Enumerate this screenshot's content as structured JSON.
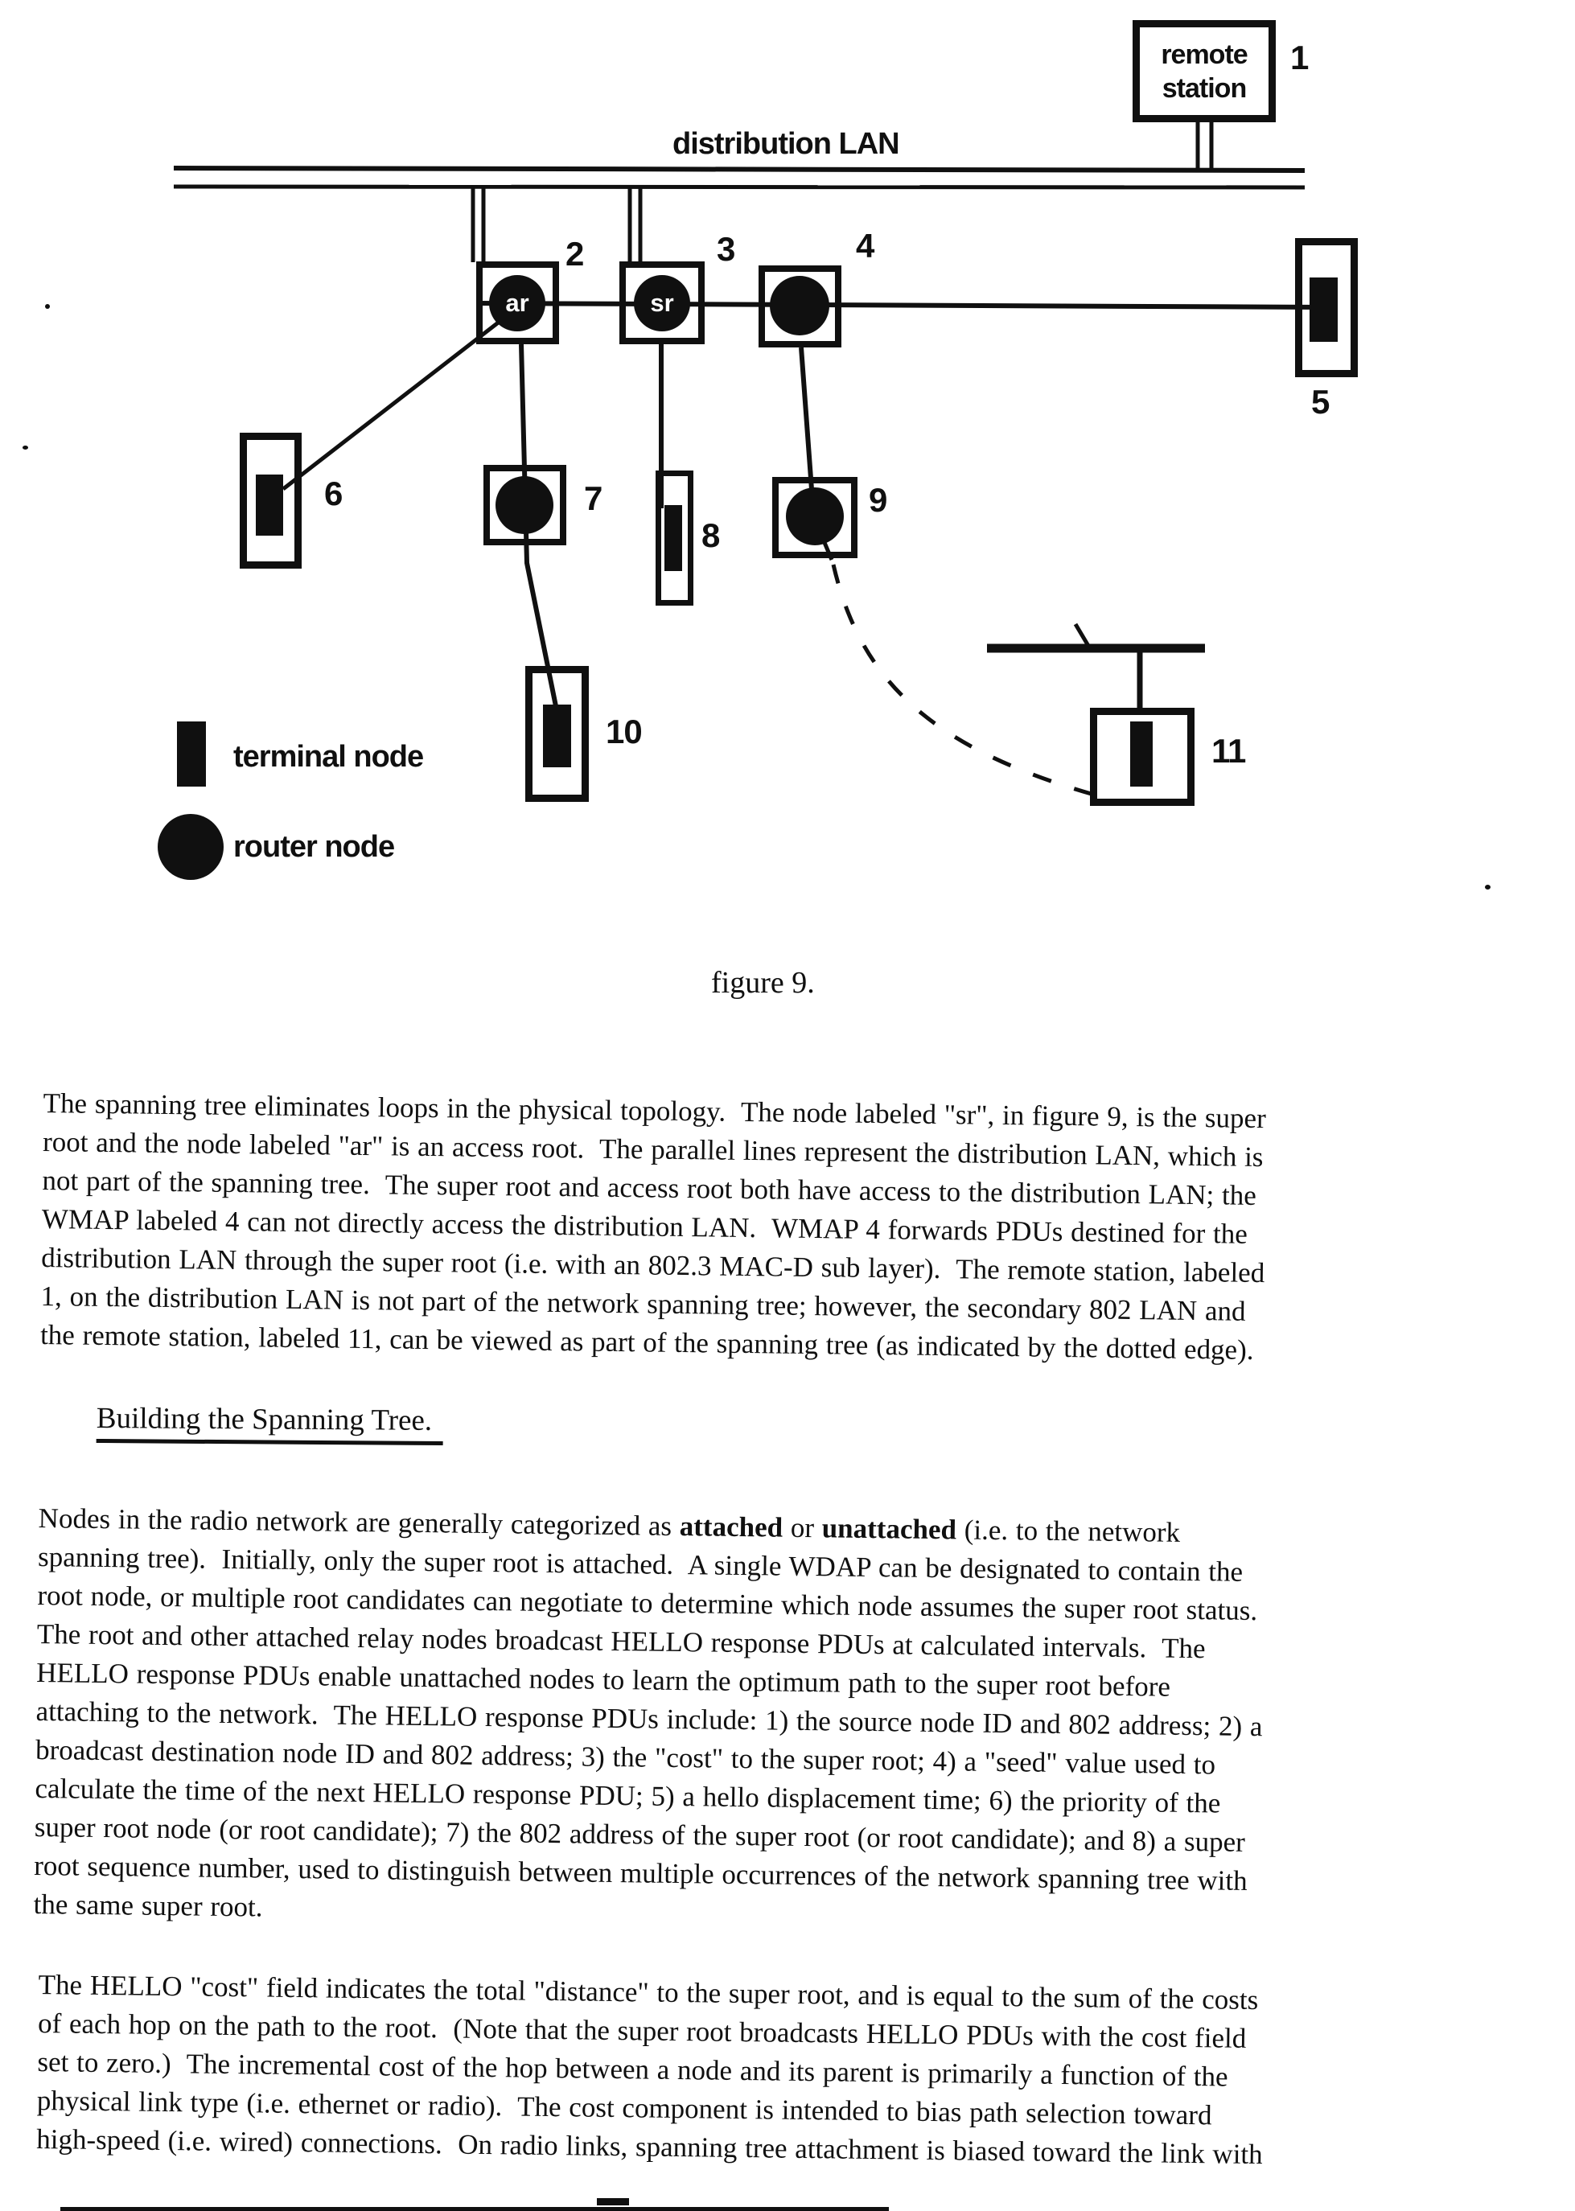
{
  "colors": {
    "ink": "#101010",
    "paper": "#ffffff"
  },
  "figure": {
    "caption": "figure 9.",
    "lan_label": "distribution LAN",
    "remote_station_line1": "remote",
    "remote_station_line2": "station",
    "node_labels": {
      "access_root": "ar",
      "super_root": "sr"
    },
    "node_numbers": {
      "remote": "1",
      "ar": "2",
      "sr": "3",
      "wmap": "4",
      "t5": "5",
      "t6": "6",
      "r7": "7",
      "t8": "8",
      "r9": "9",
      "t10": "10",
      "t11": "11"
    },
    "legend": {
      "terminal": "terminal node",
      "router": "router node"
    }
  },
  "body": {
    "p1": {
      "lines": [
        "The spanning tree eliminates loops in the physical topology.  The node labeled \"sr\", in figure 9, is the super",
        "root and the node labeled \"ar\" is an access root.  The parallel lines represent the distribution LAN, which is",
        "not part of the spanning tree.  The super root and access root both have access to the distribution LAN; the",
        "WMAP labeled 4 can not directly access the distribution LAN.  WMAP 4 forwards PDUs destined for the",
        "distribution LAN through the super root (i.e. with an 802.3 MAC-D sub layer).  The remote station, labeled",
        "1, on the distribution LAN is not part of the network spanning tree; however, the secondary 802 LAN and",
        "the remote station, labeled 11, can be viewed as part of the spanning tree (as indicated by the dotted edge)."
      ]
    },
    "heading": "Building the Spanning Tree.",
    "p2": {
      "l1a": "Nodes in the radio network are generally categorized as ",
      "l1b": "attached",
      "l1c": " or ",
      "l1d": "unattached",
      "l1e": " (i.e. to the network",
      "lines": [
        "spanning tree).  Initially, only the super root is attached.  A single WDAP can be designated to contain the",
        "root node, or multiple root candidates can negotiate to determine which node assumes the super root status.",
        "The root and other attached relay nodes broadcast HELLO response PDUs at calculated intervals.  The",
        "HELLO response PDUs enable unattached nodes to learn the optimum path to the super root before",
        "attaching to the network.  The HELLO response PDUs include: 1) the source node ID and 802 address; 2) a",
        "broadcast destination node ID and 802 address; 3) the \"cost\" to the super root; 4) a \"seed\" value used to",
        "calculate the time of the next HELLO response PDU; 5) a hello displacement time; 6) the priority of the",
        "super root node (or root candidate); 7) the 802 address of the super root (or root candidate); and 8) a super",
        "root sequence number, used to distinguish between multiple occurrences of the network spanning tree with",
        "the same super root."
      ]
    },
    "p3": {
      "lines": [
        "The HELLO \"cost\" field indicates the total \"distance\" to the super root, and is equal to the sum of the costs",
        "of each hop on the path to the root.  (Note that the super root broadcasts HELLO PDUs with the cost field",
        "set to zero.)  The incremental cost of the hop between a node and its parent is primarily a function of the",
        "physical link type (i.e. ethernet or radio).  The cost component is intended to bias path selection toward",
        "high-speed (i.e. wired) connections.  On radio links, spanning tree attachment is biased toward the link with"
      ]
    }
  }
}
